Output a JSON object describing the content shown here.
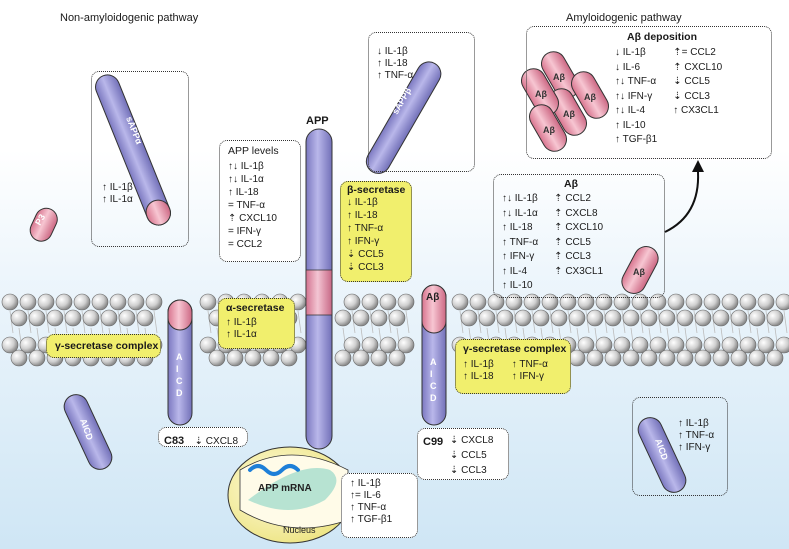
{
  "titles": {
    "non_amyloid": "Non-amyloidogenic pathway",
    "amyloid": "Amyloidogenic pathway"
  },
  "labels": {
    "app": "APP",
    "c83": "C83",
    "c99": "C99",
    "saPPa": "sAPPα",
    "saPPb": "sAPPβ",
    "p3": "P3",
    "abeta": "Aβ",
    "aicd": "AICD",
    "app_mrna": "APP mRNA",
    "nucleus": "Nucleus"
  },
  "boxes": {
    "sappa_box": [
      "↑ IL-1β",
      "↑ IL-1α"
    ],
    "sappb_box": [
      "↓ IL-1β",
      "↑ IL-18",
      "↑ TNF-α"
    ],
    "app_levels": {
      "title": "APP levels",
      "lines": [
        "↑↓ IL-1β",
        "↑↓ IL-1α",
        "↑ IL-18",
        "= TNF-α",
        "⇡ CXCL10",
        "= IFN-γ",
        "= CCL2"
      ]
    },
    "beta_secretase": {
      "title": "β-secretase",
      "lines": [
        "↓ IL-1β",
        "↑ IL-18",
        "↑ TNF-α",
        "↑ IFN-γ",
        "⇣ CCL5",
        "⇣ CCL3"
      ]
    },
    "alpha_secretase": {
      "title": "α-secretase",
      "lines": [
        "↑ IL-1β",
        "↑ IL-1α"
      ]
    },
    "gamma_left": {
      "title": "γ-secretase complex"
    },
    "gamma_right": {
      "title": "γ-secretase complex",
      "col1": [
        "↑ IL-1β",
        "↑ IL-18"
      ],
      "col2": [
        "↑ TNF-α",
        "↑ IFN-γ"
      ]
    },
    "c83_box": [
      "⇣ CXCL8"
    ],
    "c99_box": [
      "⇣ CXCL8",
      "⇣ CCL5",
      "⇣ CCL3"
    ],
    "nucleus_box": [
      "↑ IL-1β",
      "↑= IL-6",
      "↑ TNF-α",
      "↑ TGF-β1"
    ],
    "aicd_right": [
      "↑ IL-1β",
      "↑ TNF-α",
      "↑ IFN-γ"
    ],
    "abeta_box": {
      "title": "Aβ",
      "col1": [
        "↑↓ IL-1β",
        "↑↓ IL-1α",
        "↑ IL-18",
        "↑ TNF-α",
        "↑ IFN-γ",
        "↑ IL-4",
        "↑ IL-10"
      ],
      "col2": [
        "⇡ CCL2",
        "⇡ CXCL8",
        "⇡ CXCL10",
        "⇡ CCL5",
        "⇡ CCL3",
        "⇡ CX3CL1"
      ]
    },
    "deposition": {
      "title": "Aβ deposition",
      "col1": [
        "↓ IL-1β",
        "↓ IL-6",
        "↑↓ TNF-α",
        "↑↓ IFN-γ",
        "↑↓ IL-4",
        "↑ IL-10",
        "↑ TGF-β1"
      ],
      "col2": [
        "⇡= CCL2",
        "⇡ CXCL10",
        "⇣ CCL5",
        "⇣ CCL3",
        "↑ CX3CL1"
      ]
    }
  },
  "colors": {
    "membrane_ball": "#d6d6d6",
    "purple": "#9a98d4",
    "pink": "#e79aad",
    "yellow": "#f1ef6d"
  }
}
